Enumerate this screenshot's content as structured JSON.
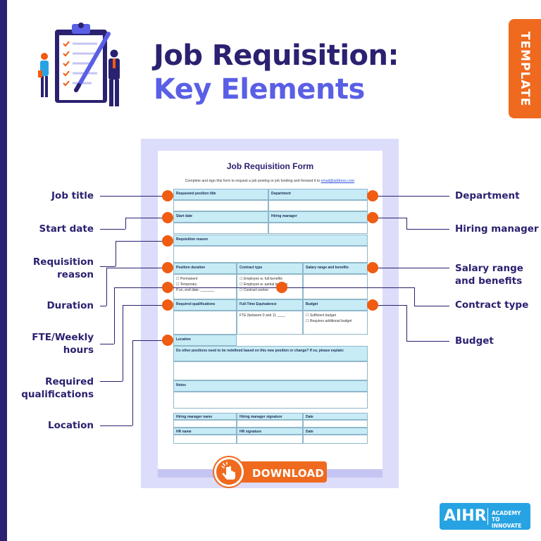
{
  "headline": {
    "line1": "Job Requisition:",
    "line2": "Key Elements"
  },
  "tag": "TEMPLATE",
  "form": {
    "title": "Job Requisition Form",
    "intro": "Complete and sign this form to request a job posting or job funding and forward it to",
    "email": "email@address.com",
    "fields": {
      "requested_position_title": "Requested position title",
      "department": "Department",
      "start_date": "Start date",
      "hiring_manager": "Hiring manager",
      "requisition_reason": "Requisition reason",
      "position_duration": "Position duration",
      "contract_type": "Contract type",
      "salary_range": "Salary range and benefits",
      "required_qualifications": "Required qualifications",
      "fte": "Full-Time Equivalence",
      "budget": "Budget",
      "location": "Location",
      "redefine_question": "Do other positions need to be redefined based on this new position or change? If so, please explain:",
      "notes": "Notes",
      "hiring_manager_name": "Hiring manager name",
      "hiring_manager_signature": "Hiring manager signature",
      "date1": "Date",
      "hr_name": "HR name",
      "hr_signature": "HR signature",
      "date2": "Date"
    },
    "duration_options": [
      "☐ Permanent",
      "☐ Temporary"
    ],
    "end_date": "If so, end date:",
    "contract_options": [
      "☐ Employee w. full benefits",
      "☐ Employee w. partial benefits",
      "☐ Contract worker"
    ],
    "fte_prompt": "FTE (between 0 and 1):",
    "budget_options": [
      "☐ Sufficient budget",
      "☐ Requires additional budget"
    ]
  },
  "callouts": {
    "left": [
      "Job title",
      "Start date",
      "Requisition reason",
      "Duration",
      "FTE/Weekly hours",
      "Required qualifications",
      "Location"
    ],
    "right": [
      "Department",
      "Hiring manager",
      "Salary range and benefits",
      "Contract type",
      "Budget"
    ]
  },
  "download_label": "DOWNLOAD",
  "logo": {
    "mark": "AIHR",
    "line1": "ACADEMY TO",
    "line2": "INNOVATE HR"
  },
  "colors": {
    "navy": "#2a2170",
    "accent": "#5a5fe6",
    "orange": "#ef6a1e",
    "table_header": "#c7ecf6",
    "logo_blue": "#27a3e3"
  }
}
